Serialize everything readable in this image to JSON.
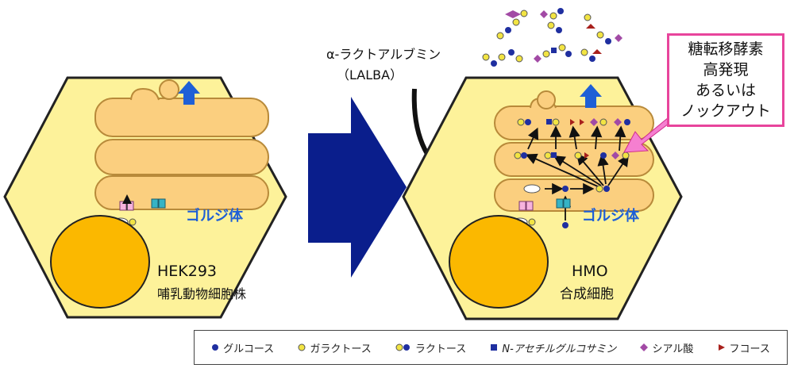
{
  "left_cell": {
    "golgi_label": "ゴルジ体",
    "cell_name": "HEK293",
    "cell_desc": "哺乳動物細胞株"
  },
  "right_cell": {
    "golgi_label": "ゴルジ体",
    "cell_name": "HMO",
    "cell_desc": "合成細胞"
  },
  "lalba": {
    "line1": "α-ラクトアルブミン",
    "line2": "（LALBA）"
  },
  "callout": {
    "lines": [
      "糖転移酵素",
      "高発現",
      "あるいは",
      "ノックアウト"
    ]
  },
  "legend": [
    {
      "symbol": "glucose",
      "label": "グルコース"
    },
    {
      "symbol": "galactose",
      "label": "ガラクトース"
    },
    {
      "symbol": "lactose",
      "label": "ラクトース"
    },
    {
      "symbol": "glcnac",
      "label": "N-アセチルグルコサミン"
    },
    {
      "symbol": "sialic",
      "label": "シアル酸"
    },
    {
      "symbol": "fucose",
      "label": "フコース"
    }
  ],
  "colors": {
    "cell_fill": "#fdf29a",
    "golgi_fill": "#fbcf7f",
    "nucleus_fill": "#fbb800",
    "big_arrow": "#0a1e8c",
    "up_arrow": "#1e5fd6",
    "callout_border": "#e8449c",
    "callout_arrow": "#f57fd0",
    "glucose": "#1f2fa0",
    "galactose": "#f2e443",
    "glcnac": "#1f2fa0",
    "sialic": "#a24aa5",
    "fucose": "#a8201c"
  }
}
